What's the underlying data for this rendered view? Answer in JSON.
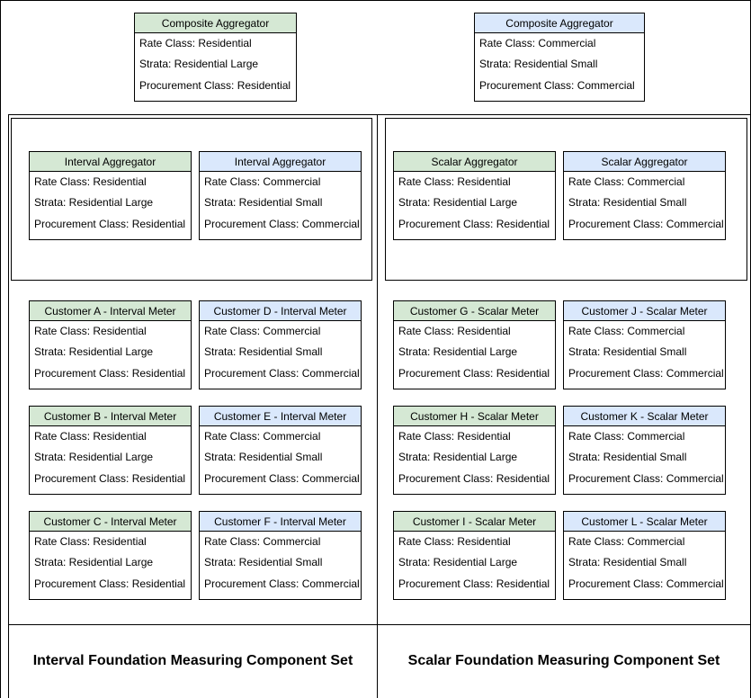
{
  "composites": [
    {
      "title": "Composite Aggregator",
      "color": "#d5e8d4",
      "rows": [
        "Rate Class: Residential",
        "Strata: Residential Large",
        "Procurement Class: Residential"
      ]
    },
    {
      "title": "Composite Aggregator",
      "color": "#dae8fc",
      "rows": [
        "Rate Class: Commercial",
        "Strata: Residential Small",
        "Procurement Class: Commercial"
      ]
    }
  ],
  "interval_aggregators": [
    {
      "title": "Interval Aggregator",
      "color": "#d5e8d4",
      "rows": [
        "Rate Class: Residential",
        "Strata: Residential Large",
        "Procurement Class: Residential"
      ]
    },
    {
      "title": "Interval Aggregator",
      "color": "#dae8fc",
      "rows": [
        "Rate Class: Commercial",
        "Strata: Residential Small",
        "Procurement Class: Commercial"
      ]
    }
  ],
  "scalar_aggregators": [
    {
      "title": "Scalar Aggregator",
      "color": "#d5e8d4",
      "rows": [
        "Rate Class: Residential",
        "Strata: Residential Large",
        "Procurement Class: Residential"
      ]
    },
    {
      "title": "Scalar Aggregator",
      "color": "#dae8fc",
      "rows": [
        "Rate Class: Commercial",
        "Strata: Residential Small",
        "Procurement Class: Commercial"
      ]
    }
  ],
  "interval_meters": [
    {
      "title": "Customer A - Interval Meter",
      "rows": [
        "Rate Class: Residential",
        "Strata: Residential Large",
        "Procurement Class: Residential"
      ]
    },
    {
      "title": "Customer D - Interval Meter",
      "rows": [
        "Rate Class: Commercial",
        "Strata: Residential Small",
        "Procurement Class: Commercial"
      ]
    },
    {
      "title": "Customer B - Interval Meter",
      "rows": [
        "Rate Class: Residential",
        "Strata: Residential Large",
        "Procurement Class: Residential"
      ]
    },
    {
      "title": "Customer E - Interval Meter",
      "rows": [
        "Rate Class: Commercial",
        "Strata: Residential Small",
        "Procurement Class: Commercial"
      ]
    },
    {
      "title": "Customer C - Interval Meter",
      "rows": [
        "Rate Class: Residential",
        "Strata: Residential Large",
        "Procurement Class: Residential"
      ]
    },
    {
      "title": "Customer F - Interval Meter",
      "rows": [
        "Rate Class: Commercial",
        "Strata: Residential Small",
        "Procurement Class: Commercial"
      ]
    }
  ],
  "scalar_meters": [
    {
      "title": "Customer G - Scalar Meter",
      "rows": [
        "Rate Class: Residential",
        "Strata: Residential Large",
        "Procurement Class: Residential"
      ]
    },
    {
      "title": "Customer J - Scalar Meter",
      "rows": [
        "Rate Class: Commercial",
        "Strata: Residential Small",
        "Procurement Class: Commercial"
      ]
    },
    {
      "title": "Customer H - Scalar Meter",
      "rows": [
        "Rate Class: Residential",
        "Strata: Residential Large",
        "Procurement Class: Residential"
      ]
    },
    {
      "title": "Customer K - Scalar Meter",
      "rows": [
        "Rate Class: Commercial",
        "Strata: Residential Small",
        "Procurement Class: Commercial"
      ]
    },
    {
      "title": "Customer I - Scalar Meter",
      "rows": [
        "Rate Class: Residential",
        "Strata: Residential Large",
        "Procurement Class: Residential"
      ]
    },
    {
      "title": "Customer L - Scalar Meter",
      "rows": [
        "Rate Class: Commercial",
        "Strata: Residential Small",
        "Procurement Class: Commercial"
      ]
    }
  ],
  "colors": {
    "residential": "#d5e8d4",
    "commercial": "#dae8fc"
  },
  "footer": {
    "left": "Interval Foundation Measuring Component Set",
    "right": "Scalar Foundation Measuring Component Set"
  }
}
